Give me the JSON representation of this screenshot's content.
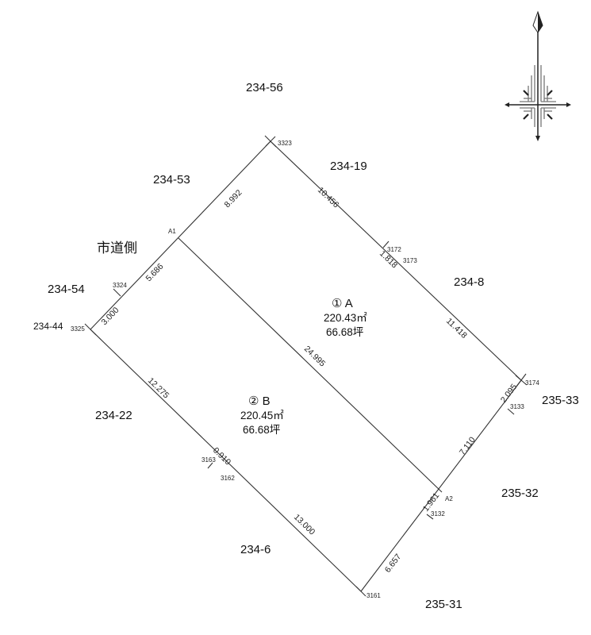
{
  "road_label": "市道側",
  "neighbors": [
    "234-56",
    "234-53",
    "234-19",
    "234-8",
    "234-54",
    "234-44",
    "234-22",
    "235-33",
    "235-32",
    "234-6",
    "235-31"
  ],
  "points": {
    "p3323": "3323",
    "A1": "A1",
    "p3324": "3324",
    "p3325": "3325",
    "p3172": "3172",
    "p3173": "3173",
    "p3174": "3174",
    "p3133": "3133",
    "A2": "A2",
    "p3132": "3132",
    "p3161": "3161",
    "p3163": "3163",
    "p3162": "3162"
  },
  "dimensions": {
    "d1": "8.992",
    "d2": "5.686",
    "d3": "3.000",
    "d4": "10.456",
    "d5": "1.818",
    "d6": "11.418",
    "d7": "24.995",
    "d8": "12.275",
    "d9": "0.910",
    "d10": "13.000",
    "d11": "6.657",
    "d12": "1.961",
    "d13": "7.110",
    "d14": "2.095"
  },
  "parcels": [
    {
      "name": "① A",
      "area_m2": "220.43㎡",
      "area_tsubo": "66.68坪"
    },
    {
      "name": "② B",
      "area_m2": "220.45㎡",
      "area_tsubo": "66.68坪"
    }
  ],
  "compass_icon": "north-arrow-icon"
}
